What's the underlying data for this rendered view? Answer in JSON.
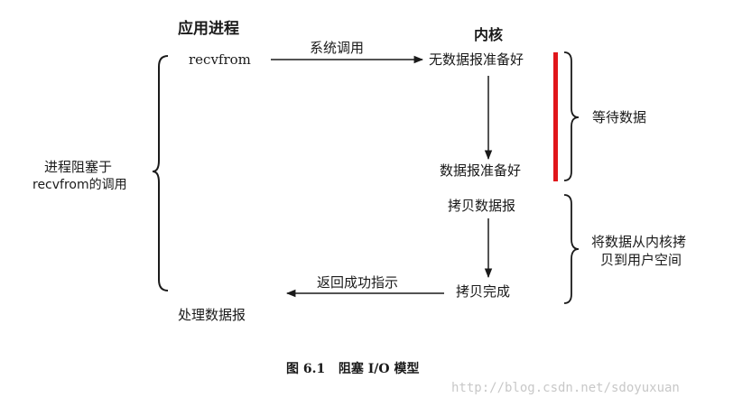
{
  "headers": {
    "app_process": "应用进程",
    "kernel": "内核"
  },
  "left": {
    "recvfrom": "recvfrom",
    "blocked_line1": "进程阻塞于",
    "blocked_line2": "recvfrom的调用",
    "process_datagram": "处理数据报"
  },
  "arrows": {
    "syscall": "系统调用",
    "return_success": "返回成功指示"
  },
  "kernel": {
    "no_datagram_ready": "无数据报准备好",
    "datagram_ready": "数据报准备好",
    "copy_datagram": "拷贝数据报",
    "copy_complete": "拷贝完成"
  },
  "right": {
    "wait_for_data": "等待数据",
    "copy_line1": "将数据从内核拷",
    "copy_line2": "贝到用户空间"
  },
  "caption": "图 6.1   阻塞 I/O 模型",
  "watermark": "http://blog.csdn.net/sdoyuxuan",
  "colors": {
    "wait_bar": "#e0161b",
    "ink": "#1a1a1a"
  }
}
